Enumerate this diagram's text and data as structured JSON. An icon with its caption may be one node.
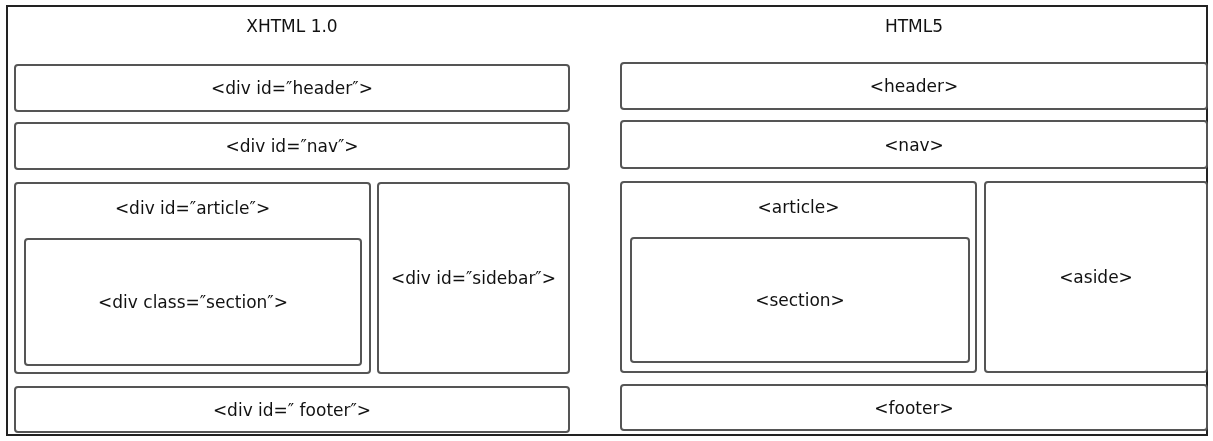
{
  "diagram": {
    "nodes": [
      {
        "text": [
          "<div id=″header″>"
        ]
      },
      {
        "text": [
          "<div id=″nav″>"
        ]
      },
      {
        "text": [
          "<div id=″article″>"
        ]
      },
      {
        "text": [
          "<div class=″section″>"
        ],
        "in": 2
      },
      {
        "text": [
          "<div id=″sidebar″>"
        ]
      },
      {
        "text": [
          "<div id=″ footer″>"
        ]
      },
      {
        "text": [
          "<header>"
        ]
      },
      {
        "text": [
          "<nav>"
        ]
      },
      {
        "text": [
          "<article>"
        ]
      },
      {
        "text": [
          "<section>"
        ],
        "in": 8
      },
      {
        "text": [
          "<aside>"
        ]
      },
      {
        "text": [
          "<footer>"
        ]
      }
    ],
    "labels": [
      "XHTML 1.0",
      "HTML5"
    ]
  }
}
